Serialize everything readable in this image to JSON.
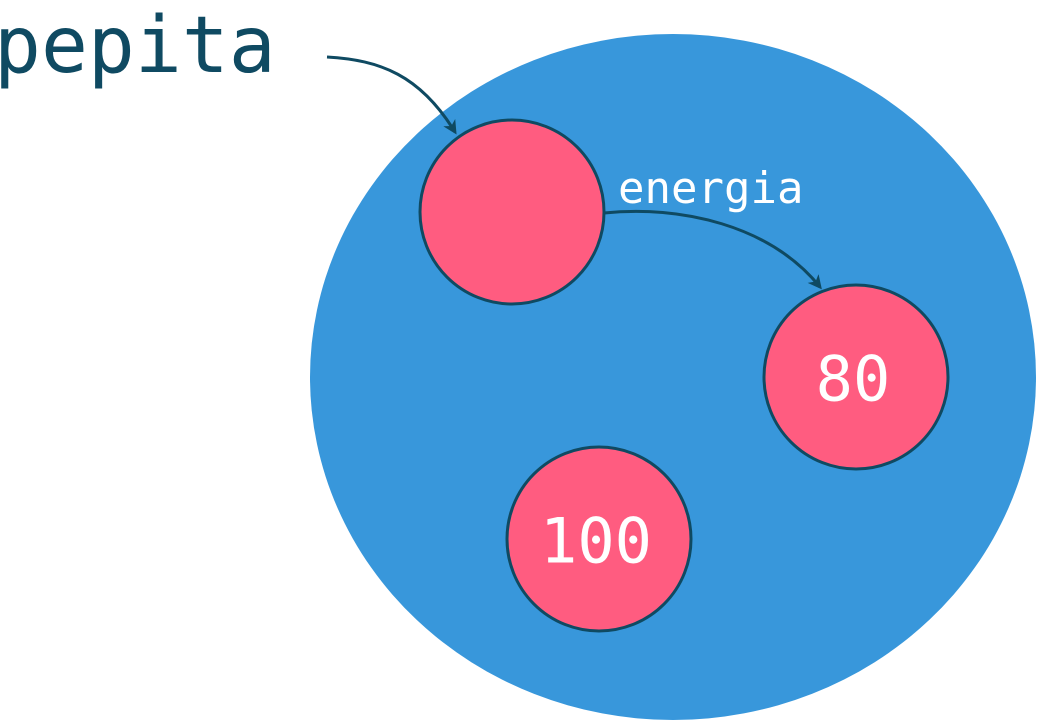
{
  "colors": {
    "background": "#ffffff",
    "memory_region": "#3897DB",
    "object_fill": "#FF5C80",
    "stroke": "#0F4A62",
    "label_dark": "#0F4A62",
    "label_light": "#ffffff"
  },
  "variable": {
    "name": "pepita"
  },
  "objects": {
    "main": {
      "label": ""
    },
    "energy_value": {
      "label": "80"
    },
    "other_value": {
      "label": "100"
    }
  },
  "references": {
    "attribute": {
      "label": "energia"
    }
  }
}
